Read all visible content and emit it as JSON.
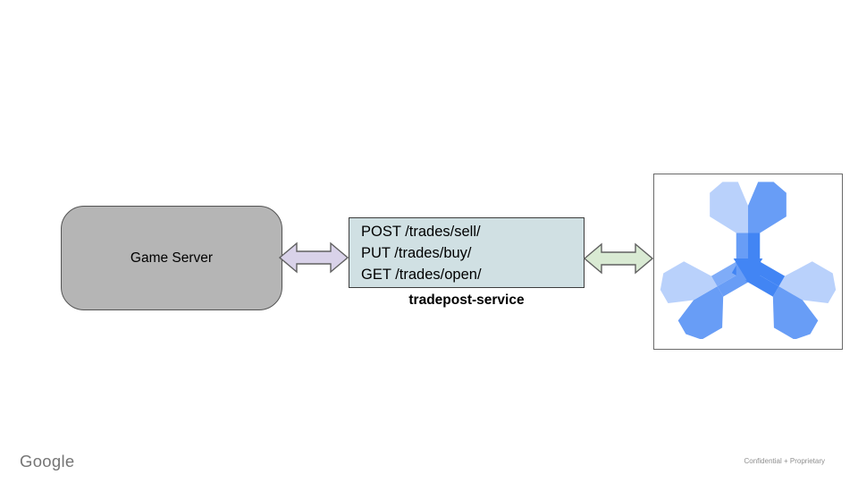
{
  "slide": {
    "background": "#ffffff",
    "nodes": {
      "game_server": {
        "label": "Game Server",
        "fill": "#b5b5b5"
      },
      "service": {
        "endpoints": [
          "POST /trades/sell/",
          "PUT /trades/buy/",
          "GET /trades/open/"
        ],
        "caption": "tradepost-service",
        "fill": "#d0e0e3"
      },
      "matchmaker": {
        "icon": "open-match-wrench-logo",
        "colors": {
          "light": "#b9d1fb",
          "medium": "#689df6",
          "medium_light": "#7facf8",
          "bright": "#4285f4"
        }
      }
    },
    "connections": [
      {
        "from": "game_server",
        "to": "service",
        "type": "bidirectional",
        "fill": "#d9d2e9"
      },
      {
        "from": "service",
        "to": "matchmaker",
        "type": "bidirectional",
        "fill": "#d9ead3"
      }
    ],
    "footer": {
      "brand": "Google",
      "note": "Confidential + Proprietary"
    }
  }
}
